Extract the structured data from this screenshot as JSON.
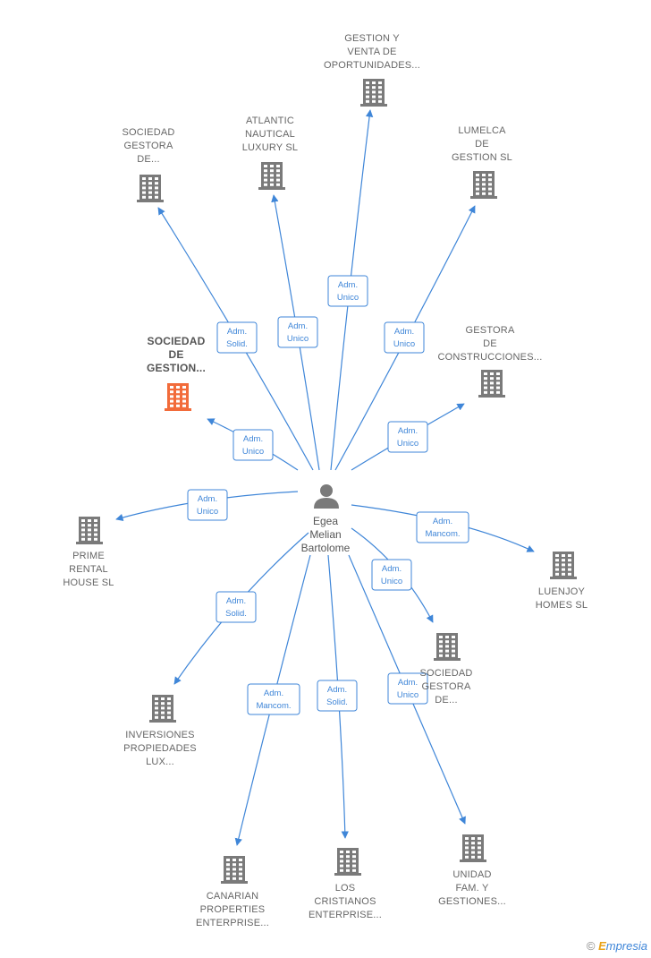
{
  "center": {
    "name_lines": [
      "Egea",
      "Melian",
      "Bartolome"
    ],
    "icon": "person-icon"
  },
  "companies": [
    {
      "id": "gestion-venta",
      "lines": [
        "GESTION Y",
        "VENTA DE",
        "OPORTUNIDADES..."
      ],
      "icon": "building-icon",
      "highlight": false
    },
    {
      "id": "sociedad-gestora-1",
      "lines": [
        "SOCIEDAD",
        "GESTORA",
        "DE..."
      ],
      "icon": "building-icon",
      "highlight": false
    },
    {
      "id": "atlantic",
      "lines": [
        "ATLANTIC",
        "NAUTICAL",
        "LUXURY  SL"
      ],
      "icon": "building-icon",
      "highlight": false
    },
    {
      "id": "lumelca",
      "lines": [
        "LUMELCA",
        "DE",
        "GESTION  SL"
      ],
      "icon": "building-icon",
      "highlight": false
    },
    {
      "id": "sociedad-de-gestion",
      "lines": [
        "SOCIEDAD",
        "DE",
        "GESTION..."
      ],
      "icon": "building-icon",
      "highlight": true
    },
    {
      "id": "gestora-construcciones",
      "lines": [
        "GESTORA",
        "DE",
        "CONSTRUCCIONES..."
      ],
      "icon": "building-icon",
      "highlight": false
    },
    {
      "id": "prime-rental",
      "lines": [
        "PRIME",
        "RENTAL",
        "HOUSE  SL"
      ],
      "icon": "building-icon",
      "highlight": false
    },
    {
      "id": "luenjoy",
      "lines": [
        "LUENJOY",
        "HOMES  SL"
      ],
      "icon": "building-icon",
      "highlight": false
    },
    {
      "id": "sociedad-gestora-2",
      "lines": [
        "SOCIEDAD",
        "GESTORA",
        "DE..."
      ],
      "icon": "building-icon",
      "highlight": false
    },
    {
      "id": "inversiones",
      "lines": [
        "INVERSIONES",
        "PROPIEDADES",
        "LUX..."
      ],
      "icon": "building-icon",
      "highlight": false
    },
    {
      "id": "canarian",
      "lines": [
        "CANARIAN",
        "PROPERTIES",
        "ENTERPRISE..."
      ],
      "icon": "building-icon",
      "highlight": false
    },
    {
      "id": "los-cristianos",
      "lines": [
        "LOS",
        "CRISTIANOS",
        "ENTERPRISE..."
      ],
      "icon": "building-icon",
      "highlight": false
    },
    {
      "id": "unidad-fam",
      "lines": [
        "UNIDAD",
        "FAM.  Y",
        "GESTIONES..."
      ],
      "icon": "building-icon",
      "highlight": false
    }
  ],
  "relations": [
    {
      "target": "gestion-venta",
      "label": [
        "Adm.",
        "Unico"
      ]
    },
    {
      "target": "sociedad-gestora-1",
      "label": [
        "Adm.",
        "Solid."
      ]
    },
    {
      "target": "atlantic",
      "label": [
        "Adm.",
        "Unico"
      ]
    },
    {
      "target": "lumelca",
      "label": [
        "Adm.",
        "Unico"
      ]
    },
    {
      "target": "sociedad-de-gestion",
      "label": [
        "Adm.",
        "Unico"
      ]
    },
    {
      "target": "gestora-construcciones",
      "label": [
        "Adm.",
        "Unico"
      ]
    },
    {
      "target": "prime-rental",
      "label": [
        "Adm.",
        "Unico"
      ]
    },
    {
      "target": "luenjoy",
      "label": [
        "Adm.",
        "Mancom."
      ]
    },
    {
      "target": "sociedad-gestora-2",
      "label": [
        "Adm.",
        "Unico"
      ]
    },
    {
      "target": "inversiones",
      "label": [
        "Adm.",
        "Solid."
      ]
    },
    {
      "target": "canarian",
      "label": [
        "Adm.",
        "Mancom."
      ]
    },
    {
      "target": "los-cristianos",
      "label": [
        "Adm.",
        "Solid."
      ]
    },
    {
      "target": "unidad-fam",
      "label": [
        "Adm.",
        "Unico"
      ]
    }
  ],
  "colors": {
    "edge": "#3f86d8",
    "building": "#7a7a7a",
    "highlight": "#f26b3a",
    "person": "#7a7a7a"
  },
  "watermark": {
    "symbol": "©",
    "brand_first": "E",
    "brand_rest": "mpresia"
  }
}
